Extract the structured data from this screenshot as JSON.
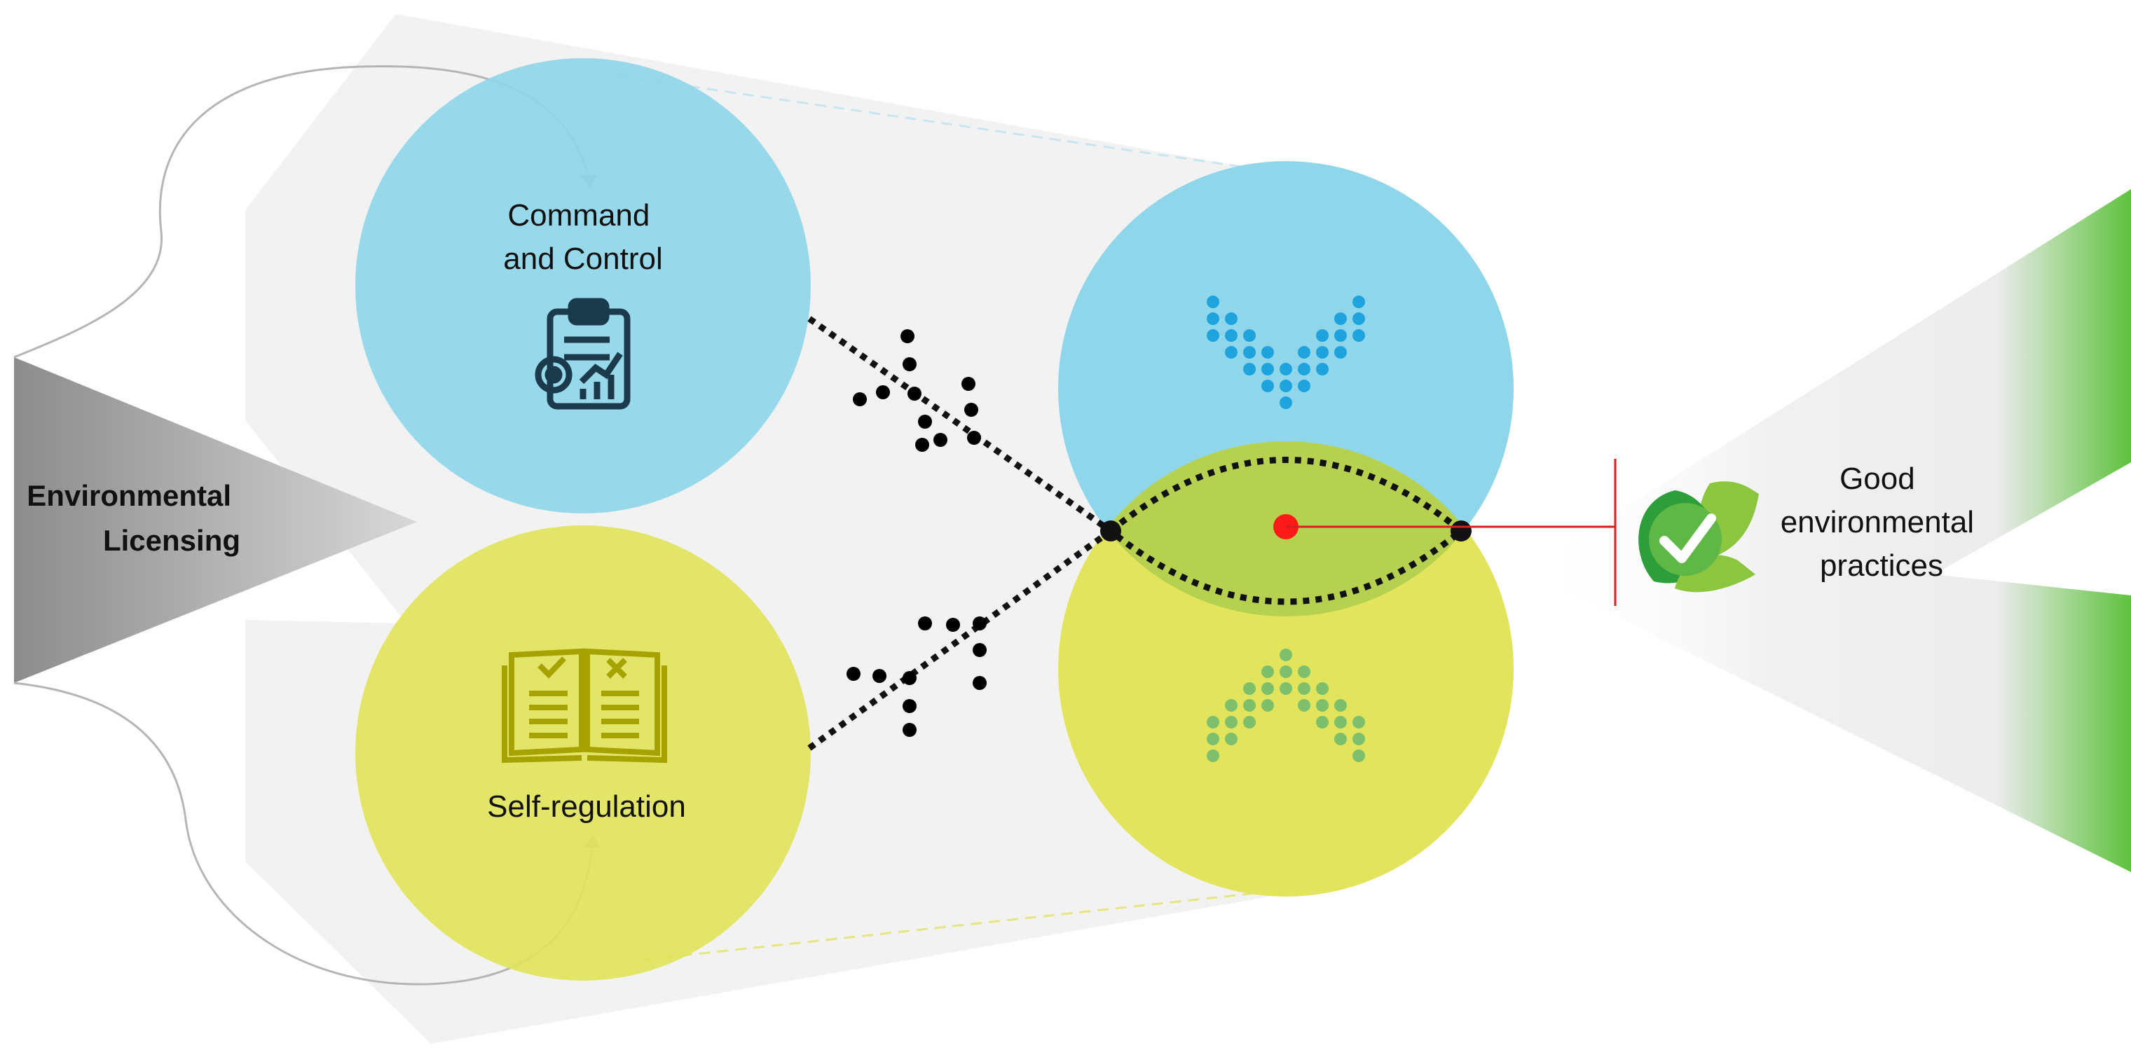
{
  "labels": {
    "environmental_licensing": [
      "Environmental",
      "Licensing"
    ],
    "command_and_control": [
      "Command",
      "and Control"
    ],
    "self_regulation": "Self-regulation",
    "good_practices": [
      "Good",
      "environmental",
      "practices"
    ]
  },
  "icons": {
    "command_and_control": "clipboard-gear-chart-icon",
    "self_regulation": "open-book-checklist-icon",
    "good_practices": "leaf-checkmark-icon",
    "blue_circle_marker": "chevron-down-dots-icon",
    "yellow_circle_marker": "chevron-up-dots-icon"
  },
  "colors": {
    "command_blue": "#8fd6ea",
    "self_yellow": "#e2e45c",
    "overlap_green": "#b6d04f",
    "intersection_point": "#ff1a1a",
    "connector": "#d62020",
    "good_green": "#58c43c",
    "licensing_grey": "#9a9a9a",
    "dots_blue": "#1fa3dc",
    "dots_green": "#7dbf6a"
  }
}
